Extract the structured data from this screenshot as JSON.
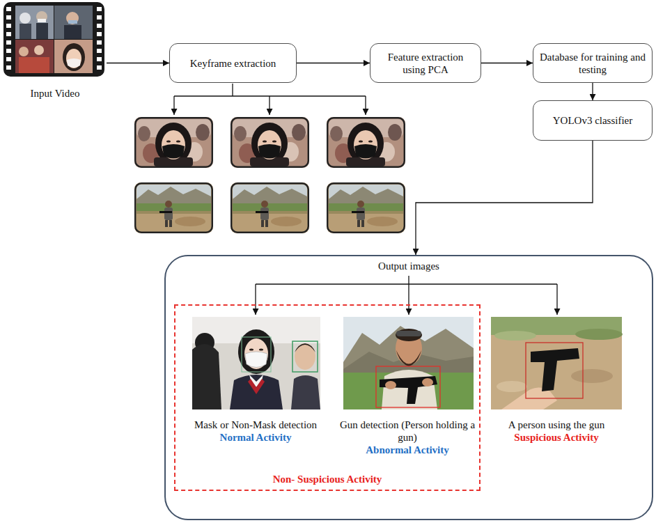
{
  "diagram": {
    "nodes": [
      {
        "text": [
          "Input Video"
        ]
      },
      {
        "text": [
          "Keyframe extraction"
        ]
      },
      {
        "text": [
          "Feature extraction using PCA"
        ]
      },
      {
        "text": [
          "Database for training and testing"
        ]
      },
      {
        "text": [
          "YOLOv3 classifier"
        ]
      },
      {
        "text": [
          "Output images"
        ]
      },
      {
        "text": [
          "Non- Suspicious Activity"
        ],
        "in": 5
      },
      {
        "text": [
          "Mask or Non-Mask detection",
          "Normal Activity"
        ],
        "in": 6
      },
      {
        "text": [
          "Gun detection (Person holding a gun)",
          "Abnormal Activity"
        ],
        "in": 6
      },
      {
        "text": [
          "A person using the gun",
          "Suspicious Activity"
        ],
        "in": 5
      }
    ],
    "edges": [
      {
        "from": 0,
        "to": 1,
        "arrow": "to"
      },
      {
        "from": 1,
        "to": 2,
        "arrow": "to"
      },
      {
        "from": 2,
        "to": 3,
        "arrow": "to"
      },
      {
        "from": 3,
        "to": 4,
        "arrow": "to"
      },
      {
        "from": 4,
        "to": 5,
        "arrow": "to"
      }
    ]
  }
}
